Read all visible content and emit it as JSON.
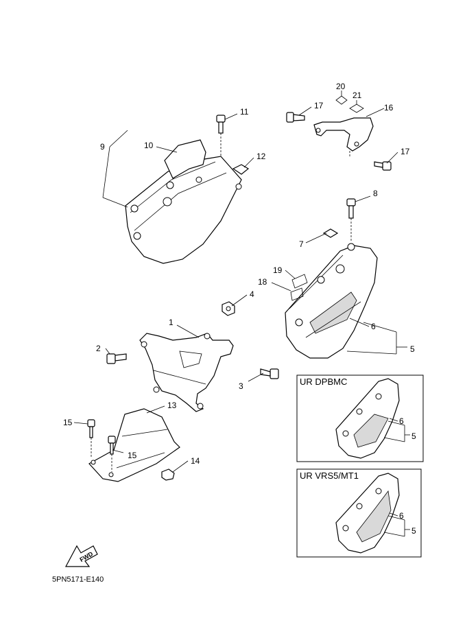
{
  "callouts": {
    "c1": "1",
    "c2": "2",
    "c3": "3",
    "c4": "4",
    "c5": "5",
    "c5_inset1": "5",
    "c5_inset2": "5",
    "c6": "6",
    "c6_inset1": "6",
    "c6_inset2": "6",
    "c7": "7",
    "c8": "8",
    "c9": "9",
    "c10": "10",
    "c11": "11",
    "c12": "12",
    "c13": "13",
    "c14": "14",
    "c15a": "15",
    "c15b": "15",
    "c16": "16",
    "c17a": "17",
    "c17b": "17",
    "c18": "18",
    "c19": "19",
    "c20": "20",
    "c21": "21"
  },
  "insets": {
    "inset1_caption": "UR DPBMC",
    "inset2_caption": "UR VRS5/MT1"
  },
  "fwd_label": "FWD",
  "diagram_code": "5PN5171-E140"
}
